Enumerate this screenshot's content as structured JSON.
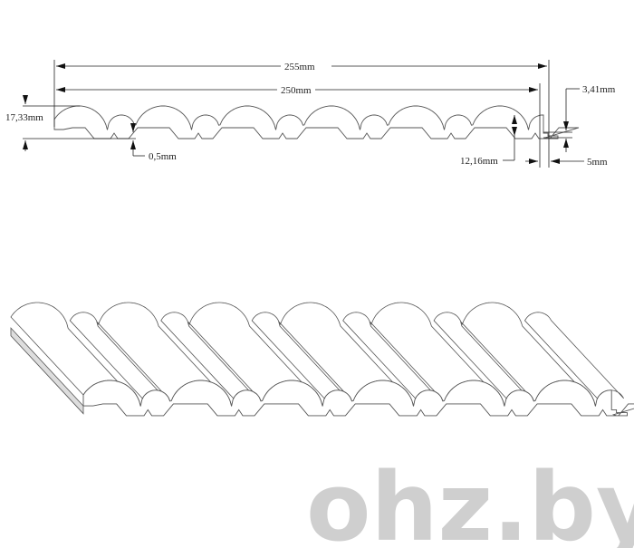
{
  "dimensions": {
    "overall_width": "255mm",
    "working_width": "250mm",
    "height": "17,33mm",
    "groove_gap": "0,5mm",
    "tongue_height": "3,41mm",
    "ridge_height": "12,16mm",
    "tongue_width": "5mm"
  },
  "watermark": "ohz.by",
  "colors": {
    "line": "#555555",
    "dim_line": "#222222",
    "watermark": "#cfcfcf"
  }
}
